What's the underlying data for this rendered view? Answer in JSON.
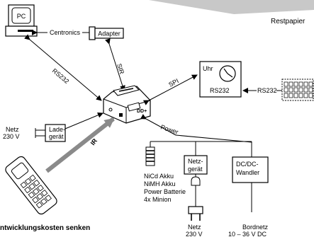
{
  "header": {
    "tab_label": "Restpapier"
  },
  "nodes": {
    "pc": "PC",
    "adapter": "Adapter",
    "uhr_title": "Uhr",
    "uhr_port": "RS232",
    "ladegeraet": [
      "Lade-",
      "gerät"
    ],
    "netzgeraet": [
      "Netz-",
      "gerät"
    ],
    "dcdc": [
      "DC/DC-",
      "Wandler"
    ],
    "akku_lines": [
      "NiCd Akku",
      "NiMH Akku",
      "Power Batterie",
      "4x Minion"
    ],
    "printer_label": "DD+"
  },
  "connections": {
    "centronics": "Centronics",
    "rs232_pc": "RS232",
    "sir": "SIR",
    "spi": "SPI",
    "rs232_keyboard": "RS232",
    "power": "Power",
    "ir": "IR"
  },
  "sources": {
    "netz_left": [
      "Netz",
      "230 V"
    ],
    "netz_bottom": [
      "Netz",
      "230 V"
    ],
    "bordnetz": [
      "Bordnetz",
      "10 – 36 V DC"
    ]
  },
  "footer": {
    "caption": "ntwicklungskosten senken"
  },
  "colors": {
    "ink": "#000000",
    "tab": "#c8c8c8",
    "ir_beam": "#8a8a8a"
  }
}
